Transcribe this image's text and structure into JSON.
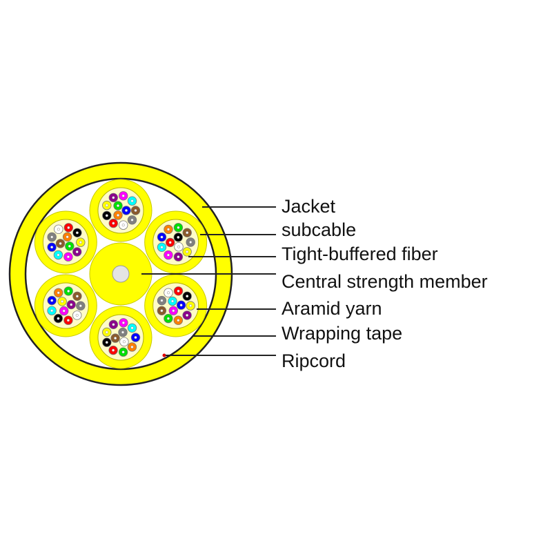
{
  "labels": {
    "jacket": "Jacket",
    "subcable": "subcable",
    "fiber": "Tight-buffered fiber",
    "csm": "Central strength member",
    "aramid": "Aramid yarn",
    "tape": "Wrapping tape",
    "ripcord": "Ripcord"
  },
  "colors": {
    "jacket": "#ffff00",
    "subcable_core": "#fffbc8",
    "csm_rod": "#e4e4e4",
    "ripcord": "#e00000",
    "outline": "#222222"
  },
  "fiber_colors": [
    "#0000ff",
    "#ff8000",
    "#00e000",
    "#8b5a2b",
    "#808080",
    "#ffffff",
    "#ff0000",
    "#000000",
    "#ffff00",
    "#8b008b",
    "#ff00ff",
    "#00ffff"
  ],
  "subcable_count": 6,
  "fibers_per_subcable": 12
}
